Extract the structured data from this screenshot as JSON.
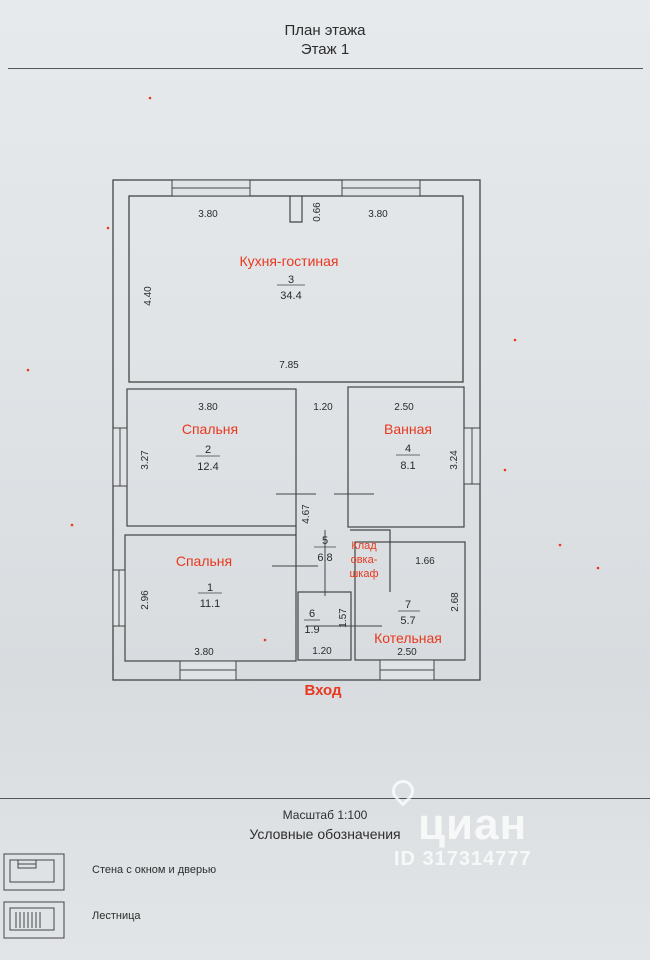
{
  "header": {
    "title": "План этажа",
    "floor": "Этаж  1"
  },
  "plan": {
    "rooms": [
      {
        "name": "Кухня-гостиная",
        "number": "3",
        "area": "34.4"
      },
      {
        "name": "Спальня",
        "number": "2",
        "area": "12.4"
      },
      {
        "name": "Ванная",
        "number": "4",
        "area": "8.1"
      },
      {
        "name": "",
        "number": "5",
        "area": "6.8"
      },
      {
        "name": "Спальня",
        "number": "1",
        "area": "11.1"
      },
      {
        "name": "",
        "number": "6",
        "area": "1.9"
      },
      {
        "name": "Котельная",
        "number": "7",
        "area": "5.7"
      }
    ],
    "closet_lines": [
      "Клад",
      "овка-",
      "шкаф"
    ],
    "entrance": "Вход",
    "dimensions": {
      "kitchen_w_left": "3.80",
      "kitchen_gap": "0.66",
      "kitchen_w_right": "3.80",
      "kitchen_h": "4.40",
      "kitchen_len": "7.85",
      "br2_w": "3.80",
      "corridor_w": "1.20",
      "bath_w": "2.50",
      "br2_h": "3.27",
      "bath_h": "3.24",
      "corridor_h": "4.67",
      "boiler_w_top": "1.66",
      "br1_h": "2.96",
      "hall_h": "1.57",
      "boiler_h": "2.68",
      "br1_w": "3.80",
      "hall_w": "1.20",
      "boiler_w": "2.50"
    }
  },
  "footer": {
    "scale": "Масштаб 1:100",
    "legend_title": "Условные обозначения",
    "legend": [
      {
        "label": "Стена с окном и дверью"
      },
      {
        "label": "Лестница"
      }
    ]
  },
  "watermark": {
    "brand": "циан",
    "id": "ID 317314777"
  },
  "colors": {
    "accent": "#e8381e",
    "line": "#444444"
  }
}
